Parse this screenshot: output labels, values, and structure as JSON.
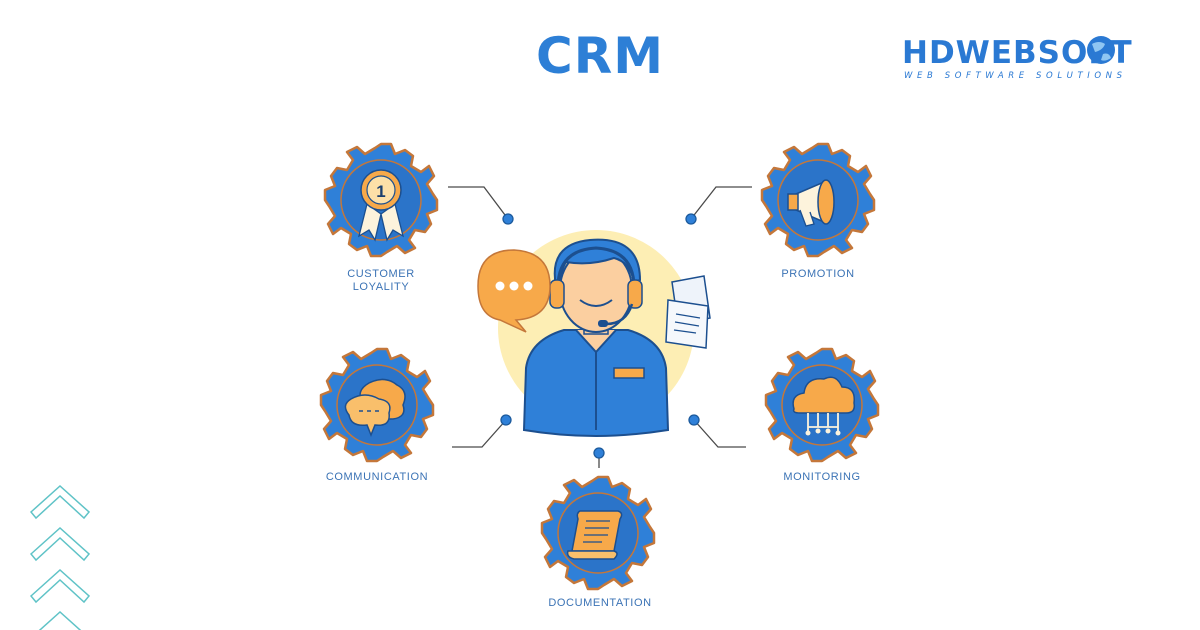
{
  "title": "CRM",
  "brand": {
    "name": "HDWEBSOFT",
    "tagline": "WEB SOFTWARE SOLUTIONS",
    "color": "#2a79d3"
  },
  "colors": {
    "primary_blue": "#2d7fd6",
    "gear_blue": "#2f80d8",
    "gear_outline": "#c4773a",
    "accent_orange": "#f7a94a",
    "center_yellow": "#fdeeb4",
    "connector": "#4a4a4a",
    "chevron_teal": "#5fc3c7"
  },
  "center": {
    "figure": "customer-service-agent",
    "speech_bubble_text": "•••"
  },
  "nodes": [
    {
      "id": "customer-loyalty",
      "label": "CUSTOMER\nLOYALITY",
      "icon": "medal-icon"
    },
    {
      "id": "promotion",
      "label": "PROMOTION",
      "icon": "megaphone-icon"
    },
    {
      "id": "communication",
      "label": "COMMUNICATION",
      "icon": "chat-bubbles-icon"
    },
    {
      "id": "monitoring",
      "label": "MONITORING",
      "icon": "cloud-network-icon"
    },
    {
      "id": "documentation",
      "label": "DOCUMENTATION",
      "icon": "scroll-icon"
    }
  ],
  "medal_text": "1"
}
